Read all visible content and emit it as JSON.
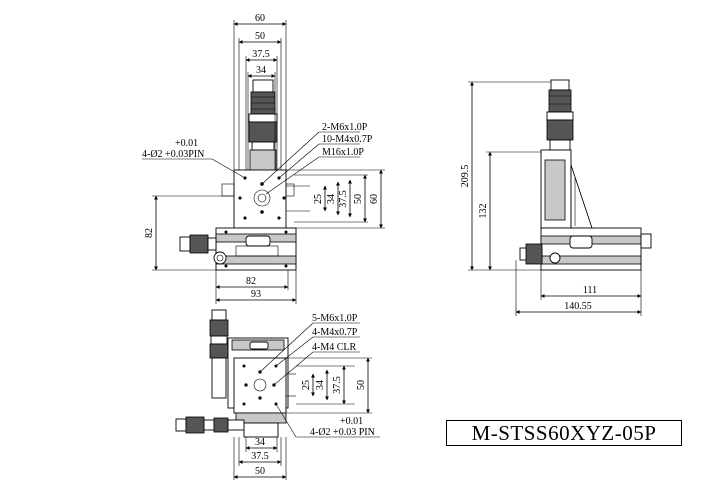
{
  "model_number": "M-STSS60XYZ-05P",
  "top_view": {
    "dims_top": [
      "60",
      "50",
      "37.5",
      "34"
    ],
    "dims_right": [
      "25",
      "34",
      "37.5",
      "50",
      "60"
    ],
    "dim_left": "82",
    "dims_bottom": [
      "82",
      "93"
    ],
    "callouts": [
      "2-M6x1.0P",
      "10-M4x0.7P",
      "M16x1.0P"
    ],
    "pin_tolerance": "+0.01",
    "pin_spec": "4-Ø2 +0.03PIN"
  },
  "side_view": {
    "dims_height": [
      "209.5",
      "132"
    ],
    "dims_bottom": [
      "111",
      "140.55"
    ]
  },
  "bottom_view": {
    "callouts": [
      "5-M6x1.0P",
      "4-M4x0.7P",
      "4-M4 CLR"
    ],
    "dims_right": [
      "25",
      "34",
      "37.5",
      "50"
    ],
    "dims_bottom": [
      "34",
      "37.5",
      "50"
    ],
    "pin_tolerance": "+0.01",
    "pin_spec": "4-Ø2 +0.03 PIN"
  }
}
